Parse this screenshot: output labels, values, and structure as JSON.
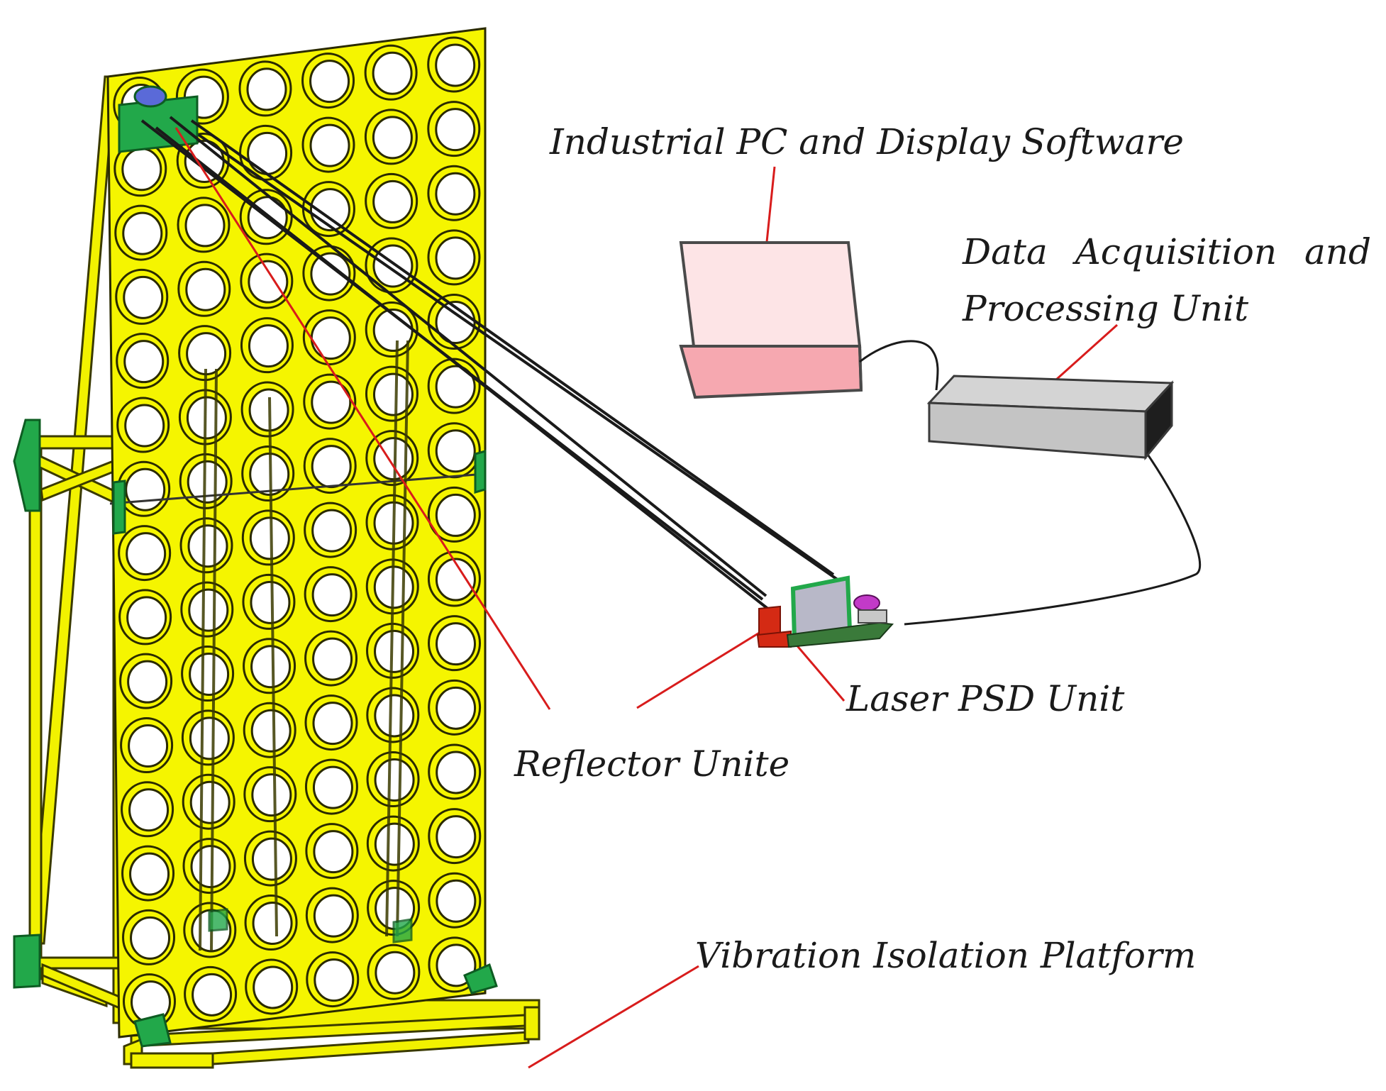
{
  "labels": {
    "pc": "Industrial PC and Display Software",
    "daq_line1_words": [
      "Data",
      "Acquisition",
      "and"
    ],
    "daq_line2": "Processing Unit",
    "laser": "Laser PSD Unit",
    "reflector": "Reflector Unite",
    "vibration": "Vibration Isolation Platform"
  },
  "colors": {
    "frame": "#f2f200",
    "frame_stroke": "#3a3a00",
    "bracket": "#22a84a",
    "leader": "#d81c1c",
    "laptop_screen": "#fde4e6",
    "laptop_base": "#f6a8b0",
    "daq_box": "#c4c4c4",
    "daq_side": "#1e1e1e",
    "psd_red": "#d42a14",
    "beam": "#1a1a1a"
  }
}
